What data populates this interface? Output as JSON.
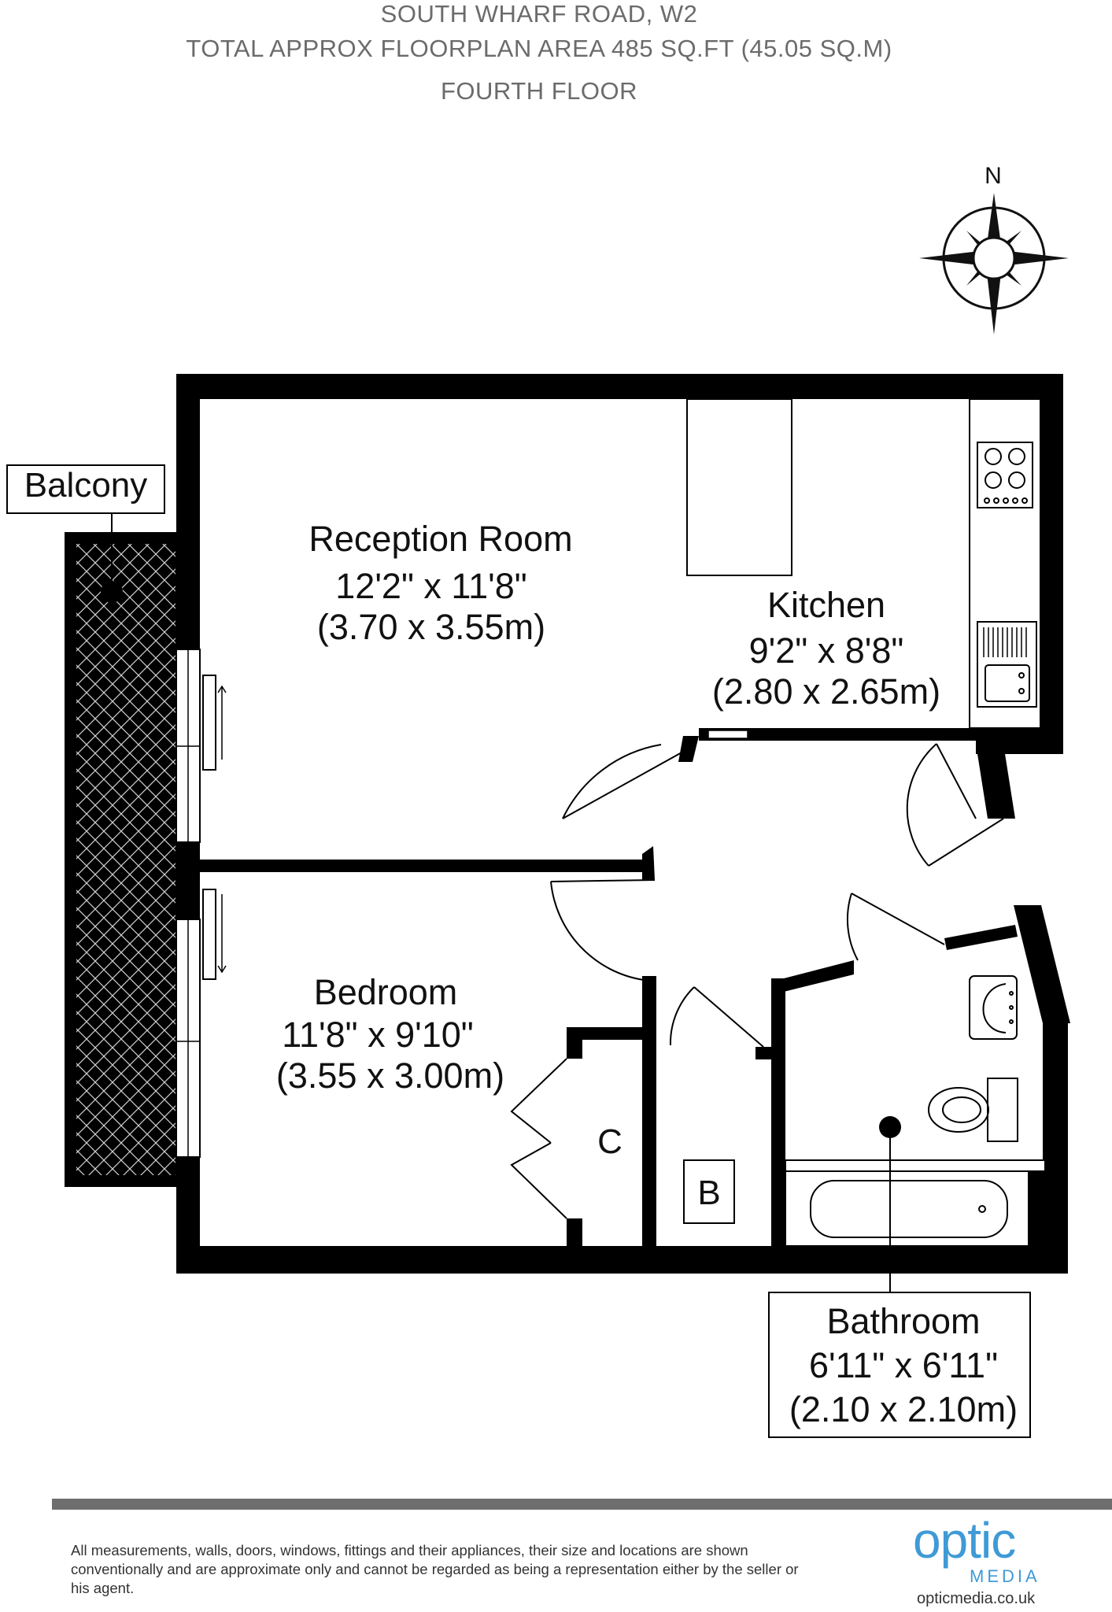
{
  "header": {
    "address": "SOUTH WHARF ROAD, W2",
    "area": "TOTAL APPROX FLOORPLAN AREA 485 SQ.FT (45.05 SQ.M)",
    "floor": "FOURTH FLOOR"
  },
  "compass": {
    "north_label": "N"
  },
  "rooms": {
    "reception": {
      "name": "Reception Room",
      "imperial": "12'2\" x 11'8\"",
      "metric": "(3.70 x 3.55m)"
    },
    "kitchen": {
      "name": "Kitchen",
      "imperial": "9'2\" x 8'8\"",
      "metric": "(2.80 x 2.65m)"
    },
    "bedroom": {
      "name": "Bedroom",
      "imperial": "11'8\" x 9'10\"",
      "metric": "(3.55 x 3.00m)"
    },
    "bathroom": {
      "name": "Bathroom",
      "imperial": "6'11\" x 6'11\"",
      "metric": "(2.10 x 2.10m)"
    },
    "balcony": {
      "name": "Balcony"
    },
    "cupboard": {
      "name": "C"
    },
    "boiler": {
      "name": "B"
    }
  },
  "footer": {
    "disclaimer": "All measurements, walls, doors, windows, fittings and their appliances, their size and locations are shown conventionally and are approximate only and cannot be regarded as being a representation either by the seller or his agent.",
    "logo_word": "optic",
    "logo_sub": "MEDIA",
    "logo_url": "opticmedia.co.uk"
  },
  "colors": {
    "wall": "#000000",
    "header_text": "#6b6b6b",
    "logo": "#3f9ad6"
  }
}
